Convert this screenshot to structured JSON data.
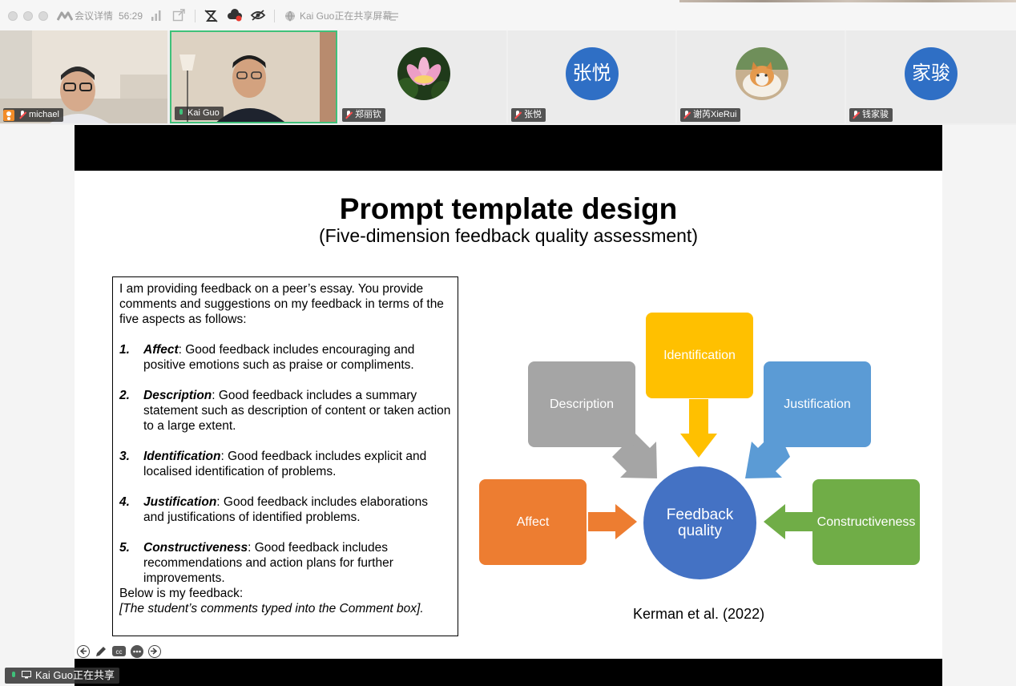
{
  "topbar": {
    "meeting_details": "会议详情",
    "timer": "56:29",
    "sharing_status": "Kai Guo正在共享屏幕"
  },
  "participants": [
    {
      "name": "michael",
      "type": "video",
      "host": true,
      "muted": true
    },
    {
      "name": "Kai Guo",
      "type": "video",
      "active": true,
      "muted": false
    },
    {
      "name": "郑丽钦",
      "type": "image",
      "image": "lotus-flower"
    },
    {
      "name": "张悦",
      "type": "text-avatar",
      "avatar_text": "张悦"
    },
    {
      "name": "谢芮XieRui",
      "type": "image",
      "image": "cat-photo"
    },
    {
      "name": "钱家骏",
      "type": "text-avatar",
      "avatar_text": "家骏"
    }
  ],
  "slide": {
    "title": "Prompt template design",
    "subtitle": "(Five-dimension feedback quality assessment)",
    "prompt": {
      "intro": "I am providing feedback on a peer’s essay. You provide comments and suggestions on my feedback in terms of the five aspects as follows:",
      "items": [
        {
          "num": "1.",
          "term": "Affect",
          "text": ": Good feedback includes encouraging and positive emotions such as praise or compliments."
        },
        {
          "num": "2.",
          "term": "Description",
          "text": ": Good feedback includes a summary statement such as description of content or taken action to a large extent."
        },
        {
          "num": "3.",
          "term": "Identification",
          "text": ": Good feedback includes explicit and localised identification of problems."
        },
        {
          "num": "4.",
          "term": "Justification",
          "text": ": Good feedback includes elaborations and justifications of identified problems."
        },
        {
          "num": "5.",
          "term": "Constructiveness",
          "text": ": Good feedback includes recommendations and action plans for further improvements."
        }
      ],
      "closing": "Below is my feedback:",
      "placeholder": "[The student’s comments typed into the Comment box]."
    },
    "diagram": {
      "center": "Feedback quality",
      "nodes": {
        "identification": "Identification",
        "description": "Description",
        "justification": "Justification",
        "affect": "Affect",
        "constructiveness": "Constructiveness"
      },
      "colors": {
        "identification": "#ffc000",
        "description": "#a5a5a5",
        "justification": "#5b9bd5",
        "affect": "#ed7d31",
        "constructiveness": "#70ad47",
        "center": "#4472c4"
      }
    },
    "citation": "Kerman et al. (2022)"
  },
  "share_label": "Kai Guo正在共享"
}
